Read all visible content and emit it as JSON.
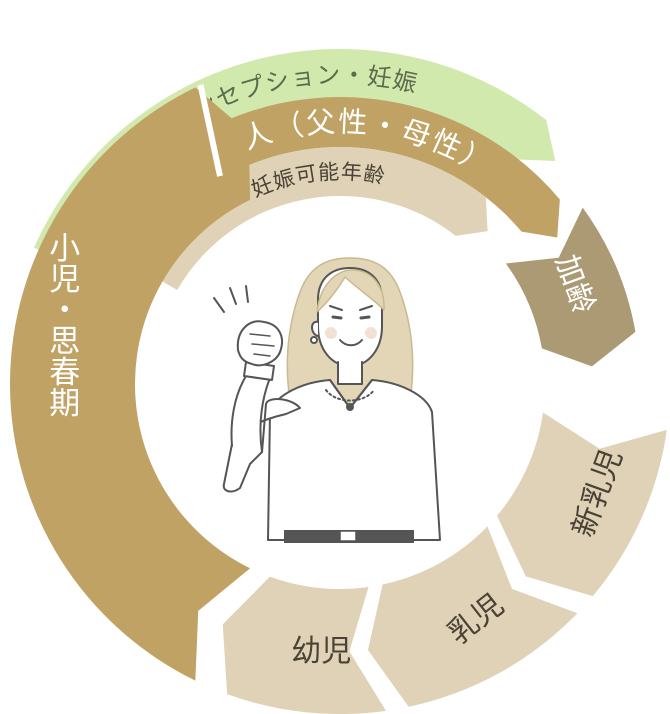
{
  "diagram": {
    "outer_band": {
      "label": "プレコンセプション・妊娠",
      "color": "#d2e9ae"
    },
    "stages": [
      {
        "id": "adult",
        "label": "成人（父性・母性）",
        "color": "#c0a264"
      },
      {
        "id": "aging",
        "label": "加齢",
        "color": "#ab9a73"
      },
      {
        "id": "newborn",
        "label": "新乳児",
        "color": "#dfd2b6"
      },
      {
        "id": "infant",
        "label": "乳児",
        "color": "#dfd2b6"
      },
      {
        "id": "toddler",
        "label": "幼児",
        "color": "#dfd2b6"
      },
      {
        "id": "childhood",
        "label": "小児・思春期",
        "color": "#c0a264"
      }
    ],
    "inner_band": {
      "label": "妊娠可能年齢",
      "color": "#dfd2b6"
    },
    "text_colors": {
      "on_dark": "#ffffff",
      "on_light": "#4a4235",
      "on_green": "#5d6b4a"
    }
  }
}
